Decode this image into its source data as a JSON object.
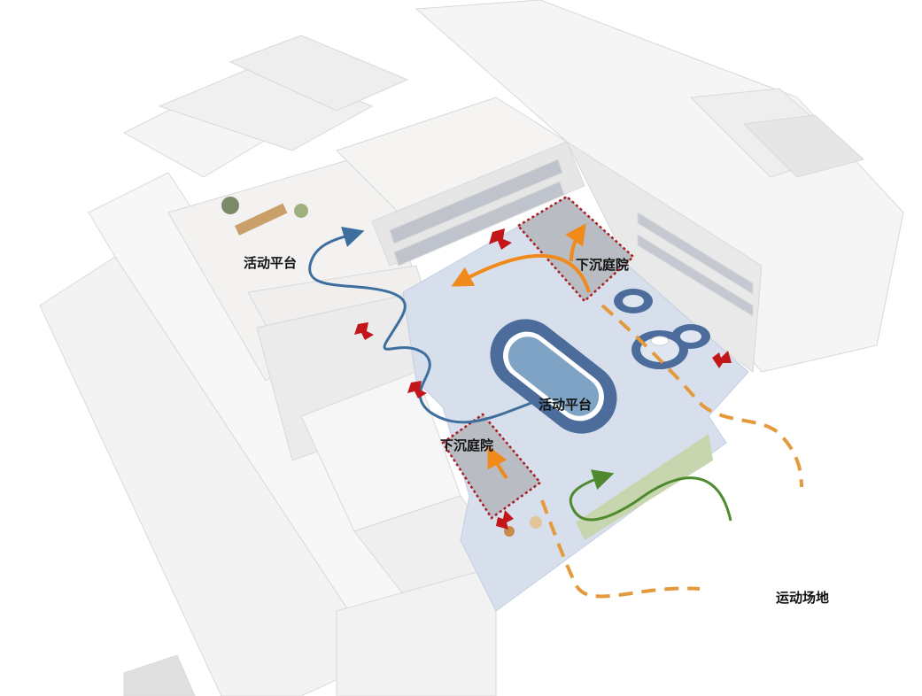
{
  "labels": {
    "activity_platform_1": "活动平台",
    "activity_platform_2": "活动平台",
    "sunken_courtyard_1": "下沉庭院",
    "sunken_courtyard_2": "下沉庭院",
    "sports_field": "运动场地"
  },
  "colors": {
    "blue_flow": "#3e6e9e",
    "orange_flow": "#f08a1a",
    "dashed_orange": "#e49a3c",
    "green_flow": "#4f8a2f",
    "red_arrow": "#c2161b",
    "courtyard_outline": "#a81e22",
    "plaza": "#d7dfec",
    "track": "#4c6d9c",
    "pool": "#7fa3c4"
  }
}
